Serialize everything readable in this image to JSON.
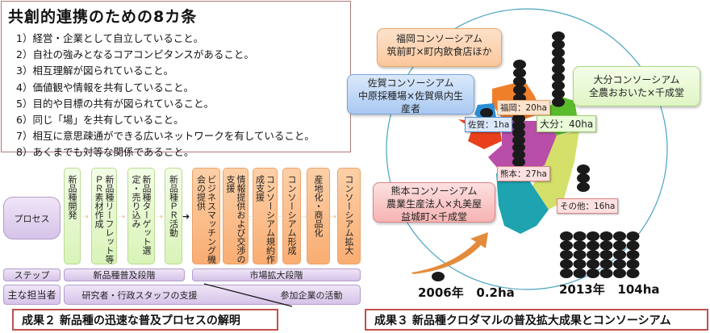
{
  "rules": {
    "title": "共創的連携のための8カ条",
    "items": [
      "1）経営・企業として自立していること。",
      "2）自社の強みとなるコアコンピタンスがあること。",
      "3）相互理解が図られていること。",
      "4）価値観や情報を共有していること。",
      "5）目的や目標の共有が図られていること。",
      "6）同じ「場」を共有していること。",
      "7）相互に意思疎通ができる広いネットワークを有していること。",
      "8）あくまでも対等な関係であること。"
    ]
  },
  "process": {
    "row_labels": {
      "process": "プロセス",
      "step": "ステップ",
      "person": "主な担当者"
    },
    "green_steps": [
      "新品種開発",
      "新品種リーフレット等ＰＲ素材作成",
      "新品種ターゲット選定・売り込み",
      "新品種ＰＲ活動"
    ],
    "orange_steps": [
      "ビジネスマッチング機会の提供",
      "情報提供および交渉の支援",
      "コンソーシアム規約作成支援",
      "コンソーシアム形成",
      "産地化・商品化",
      "コンソーシアム拡大"
    ],
    "stages": {
      "green": "新品種普及段階",
      "orange": "市場拡大段階"
    },
    "actors": {
      "left": "研究者・行政スタッフの支援",
      "right": "参加企業の活動"
    },
    "caption": "成果２ 新品種の迅速な普及プロセスの解明"
  },
  "map": {
    "consortia": {
      "fukuoka": [
        "福岡コンソーシアム",
        "筑前町×町内飲食店ほか"
      ],
      "saga": [
        "佐賀コンソーシアム",
        "中原採種場×佐賀県内生",
        "産者"
      ],
      "oita": [
        "大分コンソーシアム",
        "全農おおいた×千成堂"
      ],
      "kumamoto": [
        "熊本コンソーシアム",
        "農業生産法人×丸美屋",
        "益城町×千成堂"
      ]
    },
    "tags": {
      "fukuoka": "福岡：20ha",
      "saga": "佐賀：1ha",
      "oita": "大分：40ha",
      "kumamoto": "熊本：27ha",
      "other": "その他：16ha"
    },
    "before": {
      "year": "2006年",
      "area": "0.2ha"
    },
    "after": {
      "year": "2013年",
      "area": "104ha"
    },
    "caption": "成果３ 新品種クロダマルの普及拡大成果とコンソーシアム",
    "colors": {
      "fukuoka": "#f07f2a",
      "saga": "#2b8fd6",
      "nagasaki": "#e8401c",
      "kumamoto": "#b84ea8",
      "oita": "#5bbb2b",
      "miyazaki": "#d4e06a",
      "kagoshima": "#1ea3b0"
    }
  }
}
